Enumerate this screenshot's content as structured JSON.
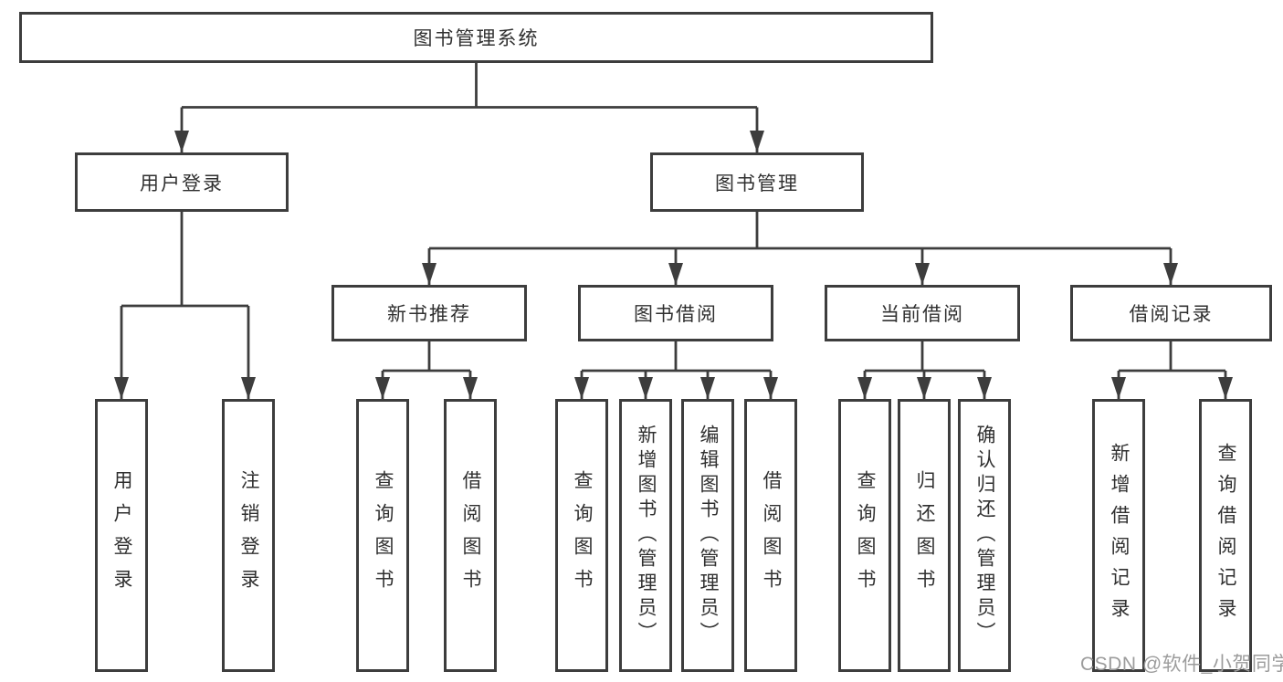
{
  "tree": {
    "root": "图书管理系统",
    "level2": [
      {
        "label": "用户登录",
        "leaves": [
          "用户登录",
          "注销登录"
        ]
      },
      {
        "label": "图书管理",
        "sections": [
          {
            "label": "新书推荐",
            "leaves": [
              "查询图书",
              "借阅图书"
            ]
          },
          {
            "label": "图书借阅",
            "leaves": [
              "查询图书",
              "新增图书（管理员）",
              "编辑图书（管理员）",
              "借阅图书"
            ]
          },
          {
            "label": "当前借阅",
            "leaves": [
              "查询图书",
              "归还图书",
              "确认归还（管理员）"
            ]
          },
          {
            "label": "借阅记录",
            "leaves": [
              "新增借阅记录",
              "查询借阅记录"
            ]
          }
        ]
      }
    ]
  },
  "watermark": "CSDN @软件_小贺同学",
  "colors": {
    "line": "#3d3d3d",
    "text": "#303030",
    "watermark": "#9c9c9c",
    "background": "#ffffff"
  }
}
